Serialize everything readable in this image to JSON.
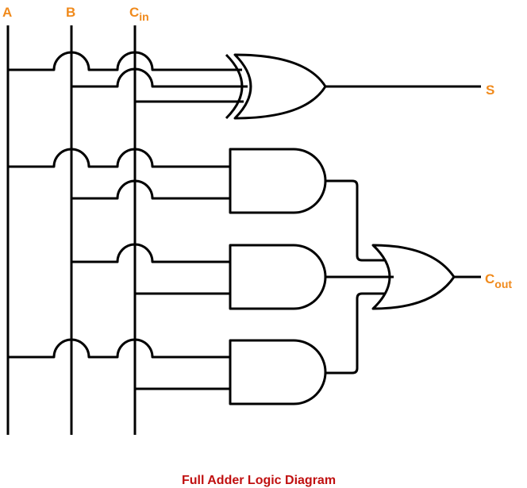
{
  "colors": {
    "label": "#f08a1c",
    "caption": "#c01010",
    "wire": "#000000",
    "background": "#ffffff"
  },
  "labels": {
    "input_a": "A",
    "input_b": "B",
    "input_cin": {
      "main": "C",
      "sub": "in"
    },
    "output_s": "S",
    "output_cout": {
      "main": "C",
      "sub": "out"
    }
  },
  "caption": "Full Adder Logic Diagram"
}
